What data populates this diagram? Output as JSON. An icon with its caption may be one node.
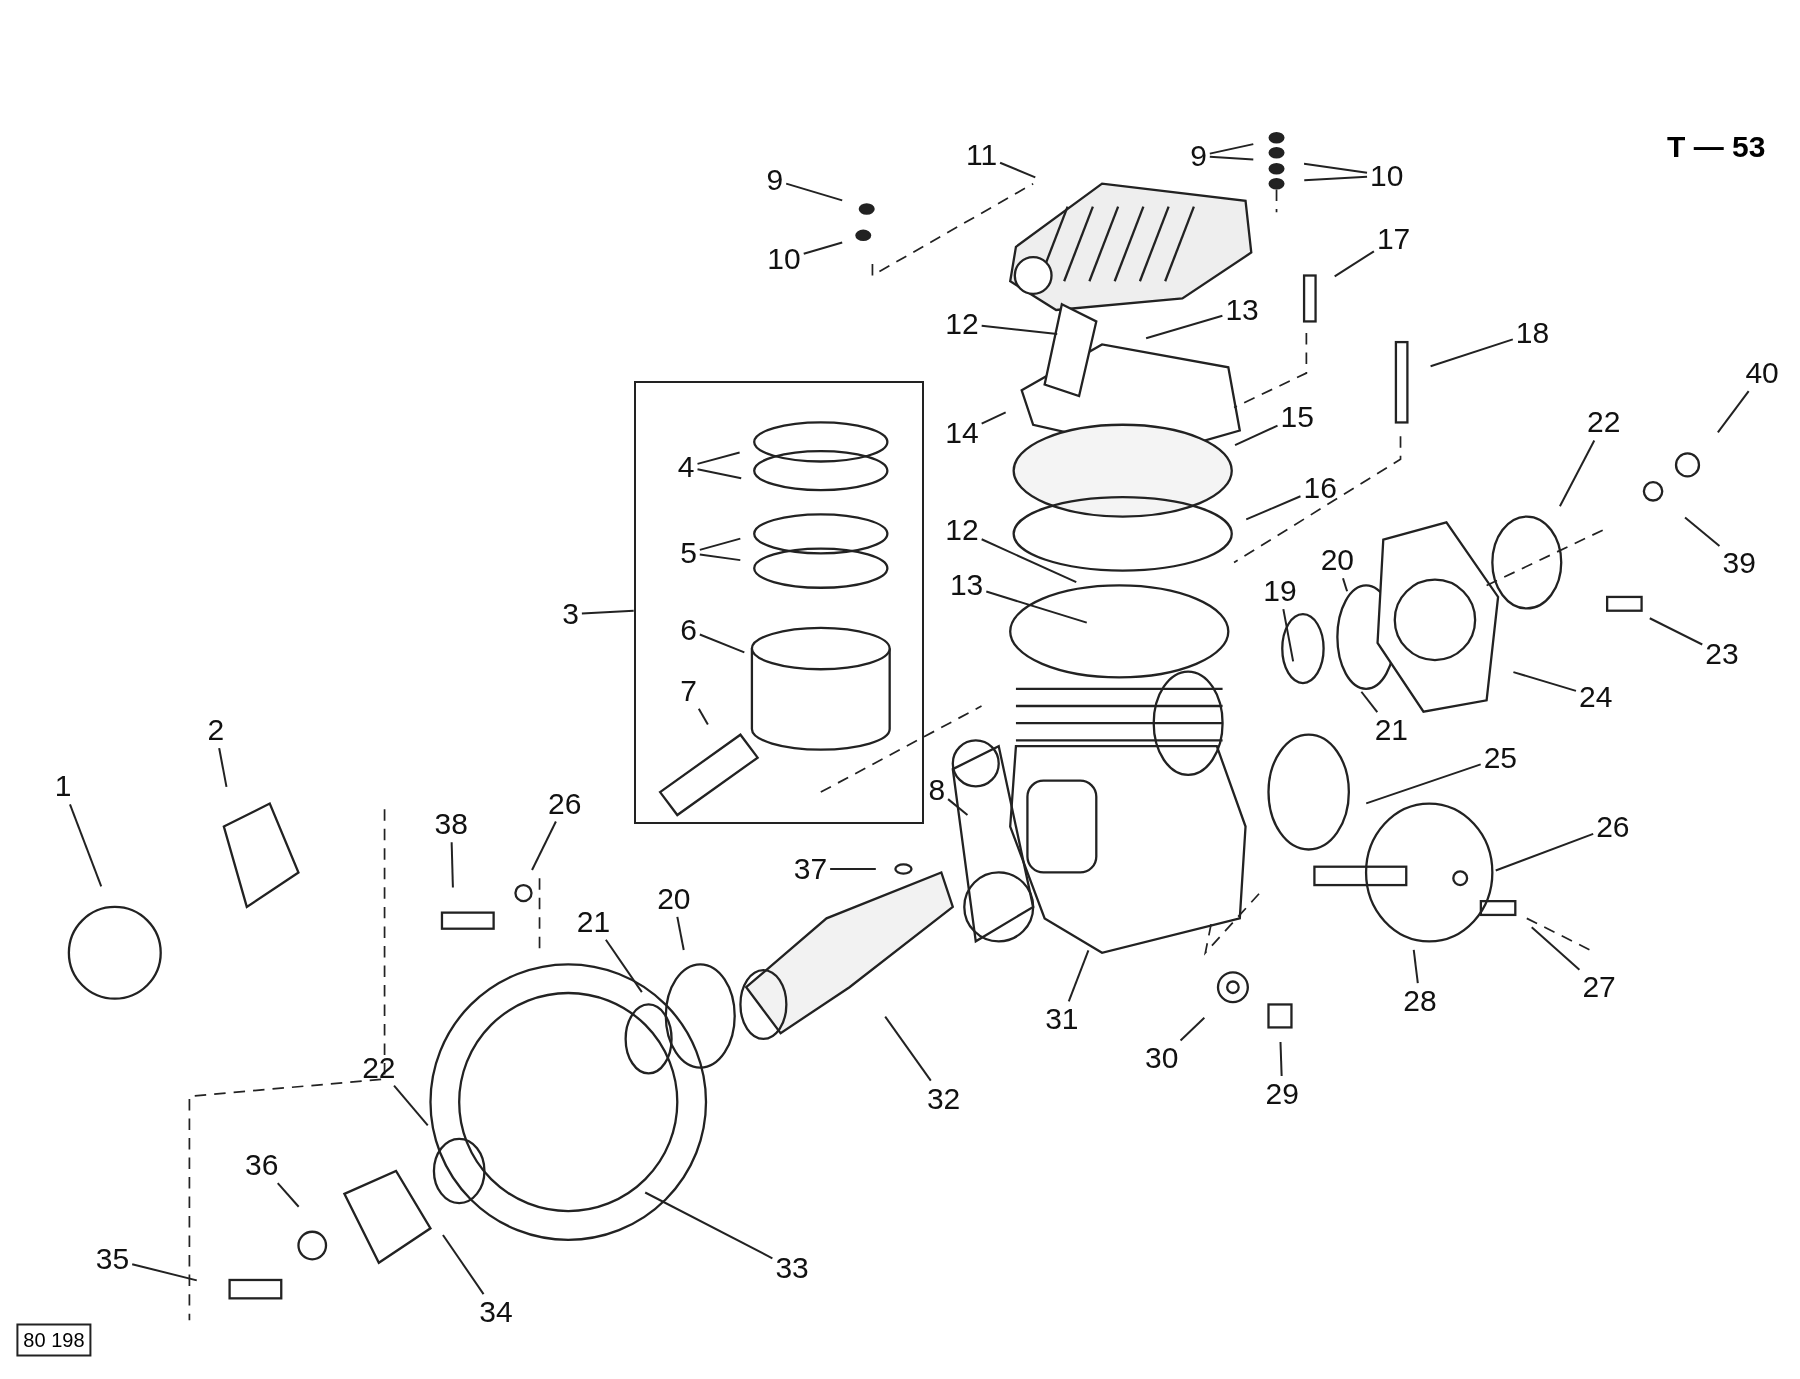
{
  "diagram": {
    "nodes": [
      {
        "text": [
          "9"
        ]
      },
      {
        "text": [
          "11"
        ]
      },
      {
        "text": [
          "9"
        ]
      },
      {
        "text": [
          "10"
        ]
      },
      {
        "text": [
          "10"
        ]
      },
      {
        "text": [
          "17"
        ]
      },
      {
        "text": [
          "13"
        ]
      },
      {
        "text": [
          "12"
        ]
      },
      {
        "text": [
          "18"
        ]
      },
      {
        "text": [
          "40"
        ]
      },
      {
        "text": [],
        "shape": "box"
      },
      {
        "text": [
          "4"
        ],
        "in": 10
      },
      {
        "text": [
          "14"
        ]
      },
      {
        "text": [
          "15"
        ]
      },
      {
        "text": [
          "22"
        ]
      },
      {
        "text": [
          "16"
        ]
      },
      {
        "text": [
          "12"
        ]
      },
      {
        "text": [
          "5"
        ],
        "in": 10
      },
      {
        "text": [
          "20"
        ]
      },
      {
        "text": [
          "39"
        ]
      },
      {
        "text": [
          "13"
        ]
      },
      {
        "text": [
          "19"
        ]
      },
      {
        "text": [
          "3"
        ]
      },
      {
        "text": [
          "6"
        ],
        "in": 10
      },
      {
        "text": [
          "23"
        ]
      },
      {
        "text": [
          "7"
        ],
        "in": 10
      },
      {
        "text": [
          "24"
        ]
      },
      {
        "text": [
          "2"
        ]
      },
      {
        "text": [
          "21"
        ]
      },
      {
        "text": [
          "25"
        ]
      },
      {
        "text": [
          "1"
        ]
      },
      {
        "text": [
          "8"
        ]
      },
      {
        "text": [
          "26"
        ]
      },
      {
        "text": [
          "38"
        ]
      },
      {
        "text": [
          "26"
        ]
      },
      {
        "text": [
          "37"
        ]
      },
      {
        "text": [
          "20"
        ]
      },
      {
        "text": [
          "21"
        ]
      },
      {
        "text": [
          "27"
        ]
      },
      {
        "text": [
          "28"
        ]
      },
      {
        "text": [
          "31"
        ]
      },
      {
        "text": [
          "30"
        ]
      },
      {
        "text": [
          "22"
        ]
      },
      {
        "text": [
          "29"
        ]
      },
      {
        "text": [
          "32"
        ]
      },
      {
        "text": [
          "36"
        ]
      },
      {
        "text": [
          "35"
        ]
      },
      {
        "text": [
          "33"
        ]
      },
      {
        "text": [
          "34"
        ]
      }
    ],
    "edges": [
      {
        "from": 0,
        "to": null,
        "arrow": "none"
      },
      {
        "from": 1,
        "to": null,
        "arrow": "none"
      },
      {
        "from": 2,
        "to": null,
        "arrow": "none"
      },
      {
        "from": 2,
        "to": null,
        "arrow": "none"
      },
      {
        "from": 3,
        "to": null,
        "arrow": "none"
      },
      {
        "from": 3,
        "to": null,
        "arrow": "none"
      },
      {
        "from": 4,
        "to": null,
        "arrow": "none"
      },
      {
        "from": 5,
        "to": null,
        "arrow": "none"
      },
      {
        "from": 6,
        "to": null,
        "arrow": "none"
      },
      {
        "from": 7,
        "to": null,
        "arrow": "none"
      },
      {
        "from": 8,
        "to": null,
        "arrow": "none"
      },
      {
        "from": 9,
        "to": null,
        "arrow": "none"
      },
      {
        "from": 11,
        "to": null,
        "arrow": "none"
      },
      {
        "from": 11,
        "to": null,
        "arrow": "none"
      },
      {
        "from": 12,
        "to": null,
        "arrow": "none"
      },
      {
        "from": 13,
        "to": null,
        "arrow": "none"
      },
      {
        "from": 14,
        "to": null,
        "arrow": "none"
      },
      {
        "from": 15,
        "to": null,
        "arrow": "none"
      },
      {
        "from": 16,
        "to": null,
        "arrow": "none"
      },
      {
        "from": 17,
        "to": null,
        "arrow": "none"
      },
      {
        "from": 17,
        "to": null,
        "arrow": "none"
      },
      {
        "from": 18,
        "to": null,
        "arrow": "none"
      },
      {
        "from": 19,
        "to": null,
        "arrow": "none"
      },
      {
        "from": 20,
        "to": null,
        "arrow": "none"
      },
      {
        "from": 21,
        "to": null,
        "arrow": "none"
      },
      {
        "from": 22,
        "to": 10,
        "arrow": "none"
      },
      {
        "from": 23,
        "to": null,
        "arrow": "none"
      },
      {
        "from": 24,
        "to": null,
        "arrow": "none"
      },
      {
        "from": 25,
        "to": null,
        "arrow": "none"
      },
      {
        "from": 26,
        "to": null,
        "arrow": "none"
      },
      {
        "from": 27,
        "to": null,
        "arrow": "none"
      },
      {
        "from": 28,
        "to": null,
        "arrow": "none"
      },
      {
        "from": 29,
        "to": null,
        "arrow": "none"
      },
      {
        "from": 30,
        "to": null,
        "arrow": "none"
      },
      {
        "from": 31,
        "to": null,
        "arrow": "none"
      },
      {
        "from": 32,
        "to": null,
        "arrow": "none"
      },
      {
        "from": 33,
        "to": null,
        "arrow": "none"
      },
      {
        "from": 34,
        "to": null,
        "arrow": "none"
      },
      {
        "from": 35,
        "to": null,
        "arrow": "none"
      },
      {
        "from": 36,
        "to": null,
        "arrow": "none"
      },
      {
        "from": 37,
        "to": null,
        "arrow": "none"
      },
      {
        "from": 38,
        "to": null,
        "arrow": "none"
      },
      {
        "from": 39,
        "to": null,
        "arrow": "none"
      },
      {
        "from": 40,
        "to": null,
        "arrow": "none"
      },
      {
        "from": 41,
        "to": null,
        "arrow": "none"
      },
      {
        "from": 42,
        "to": null,
        "arrow": "none"
      },
      {
        "from": 43,
        "to": null,
        "arrow": "none"
      },
      {
        "from": 44,
        "to": null,
        "arrow": "none"
      },
      {
        "from": 45,
        "to": null,
        "arrow": "none"
      },
      {
        "from": 46,
        "to": null,
        "arrow": "none"
      },
      {
        "from": 47,
        "to": null,
        "arrow": "none"
      },
      {
        "from": 48,
        "to": null,
        "arrow": "none"
      }
    ],
    "labels": [
      "T — 53",
      "80 198"
    ]
  }
}
